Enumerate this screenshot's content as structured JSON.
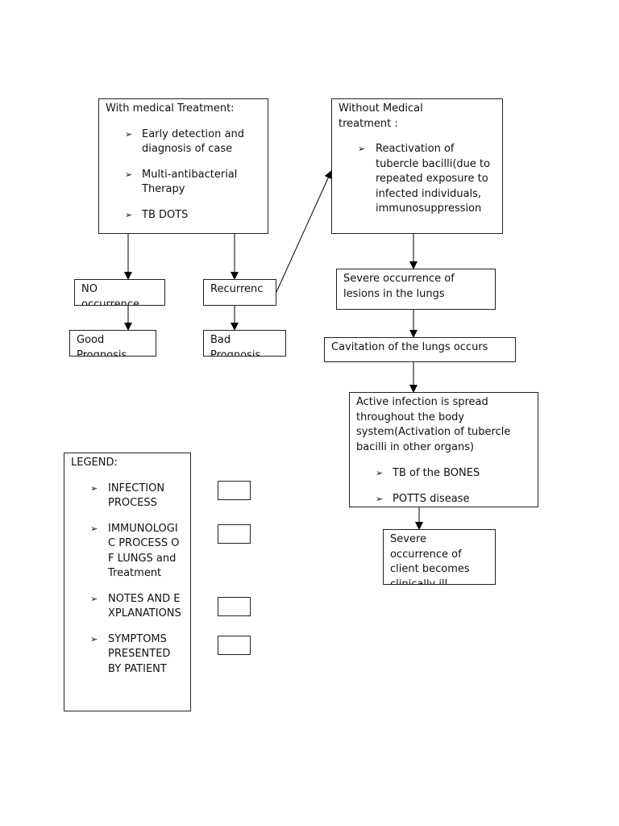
{
  "with_treatment": {
    "title": "With medical Treatment:",
    "items": [
      "Early detection and diagnosis of case",
      "Multi-antibacterial Therapy",
      "TB DOTS"
    ]
  },
  "without_treatment": {
    "title": "Without Medical treatment :",
    "items": [
      "Reactivation of tubercle bacilli(due to repeated exposure to infected individuals, immunosuppression"
    ]
  },
  "no_occurrence": "NO occurrence",
  "recurrence": "Recurrenc",
  "good_prognosis": "Good Prognosis",
  "bad_prognosis": "Bad Prognosis",
  "severe_lesions": "Severe occurrence of lesions in the lungs",
  "cavitation": "Cavitation of the lungs occurs",
  "active_infection": {
    "title": "Active infection is spread throughout the body system(Activation of tubercle bacilli in other organs)",
    "items": [
      "TB of the BONES",
      "POTTS disease"
    ]
  },
  "severe_client": "Severe occurrence of client becomes clinically ill",
  "legend": {
    "title": "LEGEND:",
    "items": [
      "INFECTION PROCESS",
      "IMMUNOLOGIC PROCESS OF LUNGS and Treatment",
      "NOTES AND EXPLANATIONS",
      "SYMPTOMS PRESENTED BY PATIENT"
    ]
  },
  "bullet_icon": "arrowhead-bullet"
}
